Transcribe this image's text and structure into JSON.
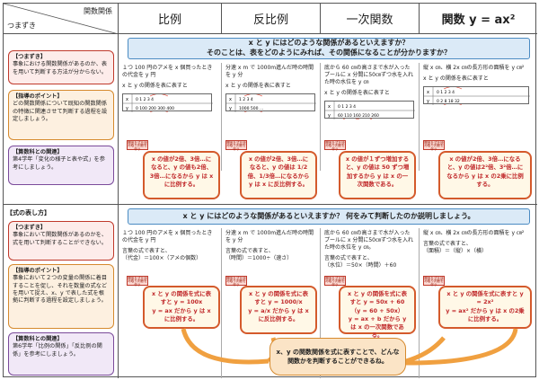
{
  "header": {
    "corner_top": "関数関係",
    "corner_bottom": "つまずき",
    "cols": [
      "比例",
      "反比例",
      "一次関数",
      "関数 y = ax²"
    ]
  },
  "section1": {
    "tsumazuki_title": "【つまずき】",
    "tsumazuki_text": "事象における関数関係があるのか、表を用いて判断する方法が分からない。",
    "point_title": "【指導のポイント】",
    "point_text": "どの関数関係について既知の関数関係の特徴に関連させて判断する過程を設定しましょう。",
    "kanren_title": "【算数科との関連】",
    "kanren_text": "第4学年「変化の様子と表や式」を参考にしましょう。",
    "question": "x と y にはどのような関係があるといえますか？\nそのことは、表をどのようにみれば、その関係になることが分かりますか？",
    "problems": [
      "１つ 100 円のアメを x 個買ったときの代金を y 円",
      "分速 x m で 1000m進んだ時の時間を y 分",
      "底から 60 ㎝の高さまで水が入ったプールに x 分間に50㎝ずつ水を入れた時の水位を y ㎝",
      "縦 x ㎝、横 2x ㎝の長方形の面積を y ㎝²"
    ],
    "table_caption": "x と y の関係を表に表すと",
    "tag_label": "関係を式を読み取り判断を伴う",
    "answers": [
      "x の値が2倍、3倍…になると、y の値も2倍、3倍…になるから y は x に比例する。",
      "x の値が2倍、3倍…になると、y の値は 1/2倍、1/3倍…になるから y は x に反比例する。",
      "x の値が１ずつ増加すると、y の値は 50 ずつ増加するから y は x の一次関数である。",
      "x の値が2倍、3倍…になると、y の値は2²倍、3²倍…になるから y は x の2乗に比例する。"
    ]
  },
  "section2": {
    "section_label": "【式の表し方】",
    "tsumazuki_title": "【つまずき】",
    "tsumazuki_text": "事象において関数関係があるのかを、式を用いて判断することができない。",
    "point_title": "【指導のポイント】",
    "point_text": "事象において２つの変量の関係に着目することを促し、それを数量の式などを用いて捉え、x、y で表した式を根拠に判断する過程を設定しましょう。",
    "kanren_title": "【算数科との関連】",
    "kanren_text": "第6学年「比例の関係」「反比例の関係」を参考にしましょう。",
    "question": "x と y にはどのような関係があるといえますか？ 何をみて判断したのか説明しましょう。",
    "problems": [
      "１つ 100 円のアメを x 個買ったときの代金を y 円",
      "分速 x m で 1000m進んだ時の時間を y 分",
      "底から 60 ㎝の高さまで水が入ったプールに x 分間に50㎝ずつ水を入れた時の水位を y ㎝。",
      "縦 x ㎝、横 2x ㎝の長方形の面積を y ㎝²"
    ],
    "word_eqs": [
      "言葉の式で表すと、\n（代金）＝100×（アメの個数）",
      "言葉の式で表すと、\n（時間）＝1000÷（速さ）",
      "言葉の式で表すと、\n（水位）＝50×（時間）＋60",
      "言葉の式で表すと、\n（面積）＝（縦）×（横）"
    ],
    "answers": [
      "x と y の関係を式に表すと y = 100x\ny = ax だから y は x に比例する。",
      "x と y の関係を式に表すと y = 1000/x\ny = a/x だから y は x に反比例する。",
      "x と y の関係を式に表すと y = 50x + 60\n（y = 60 + 50x）\ny = ax + b だから y は x の一次関数である。",
      "x と y の関係を式に表すと y = 2x²\ny = ax² だから y は x の2乗に比例する。"
    ]
  },
  "bottom_note": "x、y の関数関係を式に表すことで、どんな関数かを判断することができるね。",
  "colors": {
    "question_bg": "#dbeaf7",
    "answer_border": "#d45a2c",
    "answer_text": "#c0292b",
    "accent_orange": "#f0a040"
  }
}
